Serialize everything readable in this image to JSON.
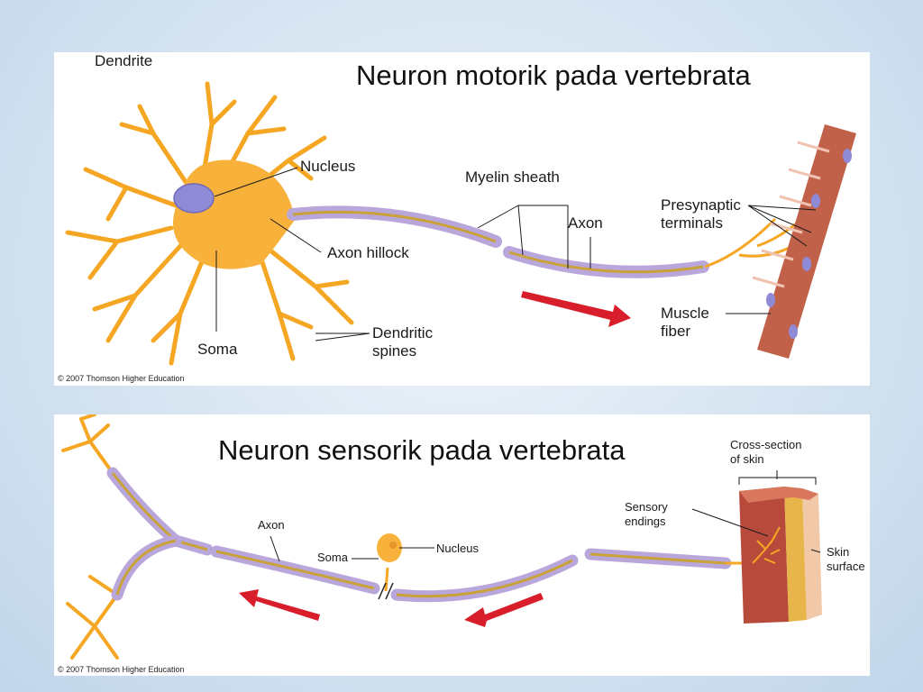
{
  "colors": {
    "dendrite": "#f5a623",
    "soma": "#f8b13a",
    "nucleus": "#8f8ad6",
    "myelin": "#b9a7dc",
    "axon_core": "#c9a23a",
    "muscle": "#c2614a",
    "arrow": "#d81e2a",
    "skin_outer": "#f2c9a8",
    "skin_mid": "#e8b54a",
    "skin_inner": "#b84a3c"
  },
  "motor": {
    "title": "Neuron motorik pada vertebrata",
    "labels": {
      "dendrite": "Dendrite",
      "nucleus": "Nucleus",
      "axon_hillock": "Axon hillock",
      "soma": "Soma",
      "dendritic_spines": "Dendritic\nspines",
      "myelin_sheath": "Myelin sheath",
      "axon": "Axon",
      "presynaptic_terminals": "Presynaptic\nterminals",
      "muscle_fiber": "Muscle\nfiber"
    },
    "copyright": "© 2007 Thomson Higher Education"
  },
  "sensory": {
    "title": "Neuron sensorik pada vertebrata",
    "labels": {
      "axon": "Axon",
      "soma": "Soma",
      "nucleus": "Nucleus",
      "cross_section": "Cross-section\nof skin",
      "sensory_endings": "Sensory\nendings",
      "skin_surface": "Skin\nsurface"
    },
    "copyright": "© 2007 Thomson Higher Education"
  }
}
